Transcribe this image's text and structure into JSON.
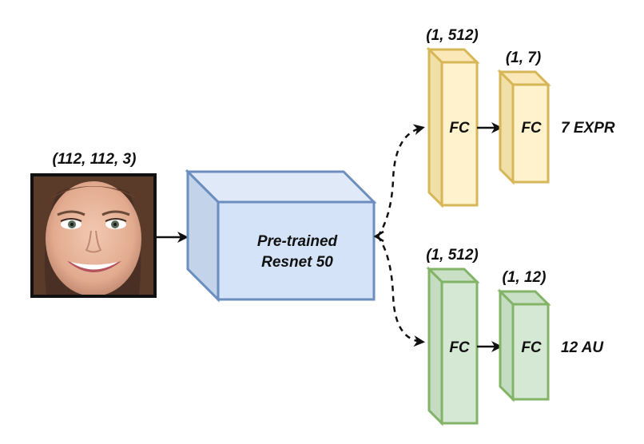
{
  "input": {
    "shape_label": "(112, 112, 3)",
    "image_description": "face"
  },
  "backbone": {
    "line1": "Pre-trained",
    "line2": "Resnet 50"
  },
  "expr_branch": {
    "fc1_shape": "(1, 512)",
    "fc1_label": "FC",
    "fc2_shape": "(1, 7)",
    "fc2_label": "FC",
    "output_label": "7 EXPR"
  },
  "au_branch": {
    "fc1_shape": "(1, 512)",
    "fc1_label": "FC",
    "fc2_shape": "(1, 12)",
    "fc2_label": "FC",
    "output_label": "12 AU"
  },
  "colors": {
    "backbone_fill": "#d4e3f7",
    "backbone_side": "#c3d3ea",
    "backbone_stroke": "#6c8ebf",
    "expr_fill": "#fff2cc",
    "expr_side": "#f1dfa8",
    "expr_stroke": "#d6b656",
    "au_fill": "#d5e8d4",
    "au_side": "#c4dcc2",
    "au_stroke": "#82b366",
    "arrow": "#111111"
  }
}
